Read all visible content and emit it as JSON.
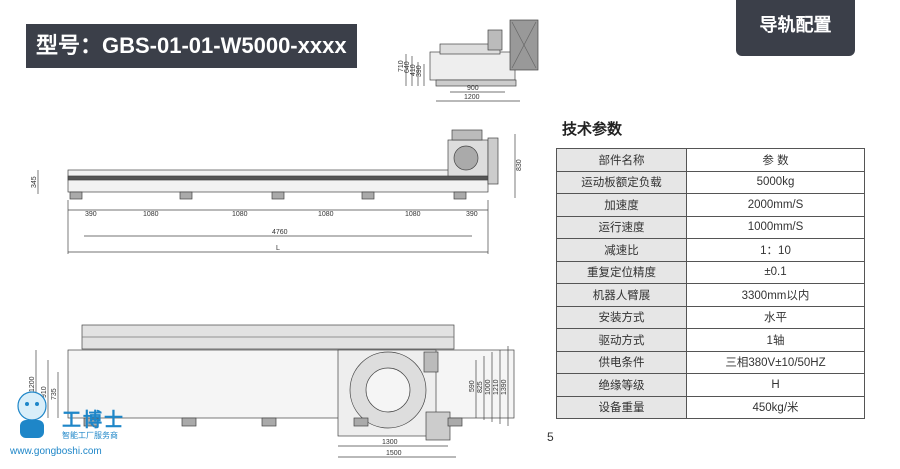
{
  "header": {
    "title": "型号：GBS-01-01-W5000-xxxx",
    "tag": "导轨配置"
  },
  "spec": {
    "title": "技术参数",
    "rows": [
      {
        "k": "部件名称",
        "v": "参 数"
      },
      {
        "k": "运动板额定负载",
        "v": "5000kg"
      },
      {
        "k": "加速度",
        "v": "2000mm/S"
      },
      {
        "k": "运行速度",
        "v": "1000mm/S"
      },
      {
        "k": "减速比",
        "v": "1：10"
      },
      {
        "k": "重复定位精度",
        "v": "±0.1"
      },
      {
        "k": "机器人臂展",
        "v": "3300mm以内"
      },
      {
        "k": "安装方式",
        "v": "水平"
      },
      {
        "k": "驱动方式",
        "v": "1轴"
      },
      {
        "k": "供电条件",
        "v": "三相380V±10/50HZ"
      },
      {
        "k": "绝缘等级",
        "v": "H"
      },
      {
        "k": "设备重量",
        "v": "450kg/米"
      }
    ]
  },
  "page_number": "5",
  "drawing": {
    "end_view": {
      "heights": [
        "710",
        "640",
        "410",
        "390"
      ],
      "widths": [
        "900",
        "1200"
      ]
    },
    "side_view": {
      "height_left": "345",
      "height_right": "830",
      "segments": [
        "390",
        "1080",
        "1080",
        "1080",
        "1080",
        "390"
      ],
      "total": "4760",
      "overall": "L"
    },
    "top_view": {
      "heights_left": [
        "1200",
        "910",
        "735"
      ],
      "heights_right": [
        "590",
        "825",
        "1000",
        "1210",
        "1390"
      ],
      "widths": [
        "1300",
        "1500"
      ]
    }
  },
  "logo": {
    "text": "工博士",
    "subtitle": "智能工厂服务商",
    "url": "www.gongboshi.com"
  }
}
